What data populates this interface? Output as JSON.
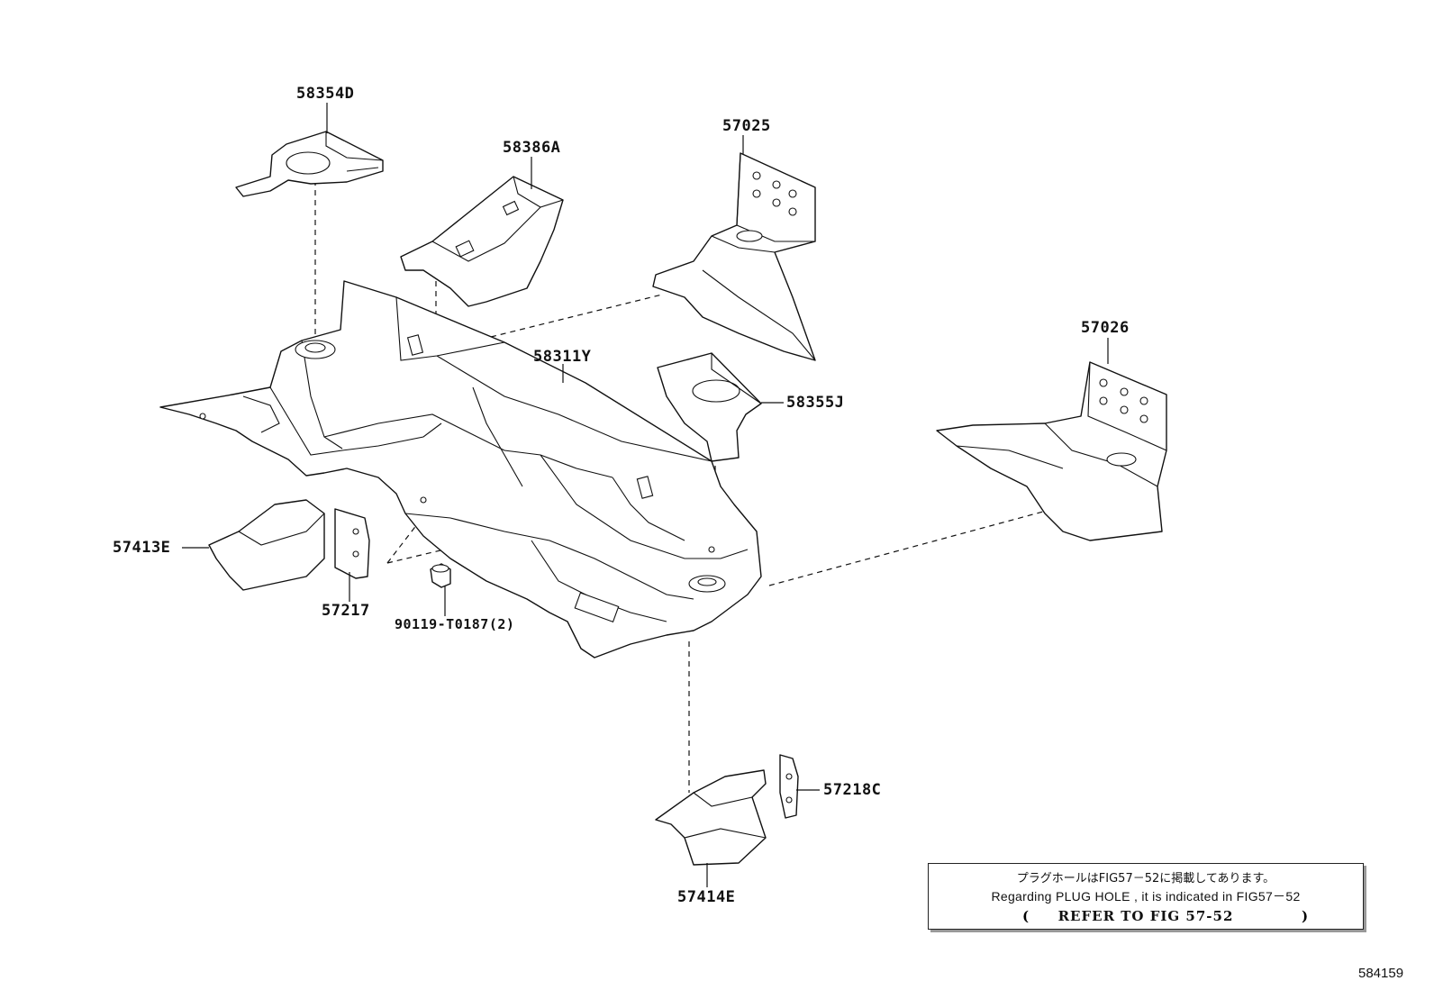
{
  "parts": [
    {
      "id": "p58354D",
      "number": "58354D"
    },
    {
      "id": "p58386A",
      "number": "58386A"
    },
    {
      "id": "p57025",
      "number": "57025"
    },
    {
      "id": "p58311Y",
      "number": "58311Y"
    },
    {
      "id": "p58355J",
      "number": "58355J"
    },
    {
      "id": "p57026",
      "number": "57026"
    },
    {
      "id": "p57413E",
      "number": "57413E"
    },
    {
      "id": "p57217",
      "number": "57217"
    },
    {
      "id": "p90119",
      "number": "90119-T0187(2)"
    },
    {
      "id": "p57218C",
      "number": "57218C"
    },
    {
      "id": "p57414E",
      "number": "57414E"
    }
  ],
  "note": {
    "line_jp": "プラグホールはFIG57－52に掲載してあります。",
    "line_en": "Regarding  PLUG  HOLE  ,  it  is  indicated  in  FIG57－52",
    "refer_text": "REFER TO FIG 57-52",
    "open_paren": "(",
    "close_paren": ")"
  },
  "figure_number": "584159"
}
